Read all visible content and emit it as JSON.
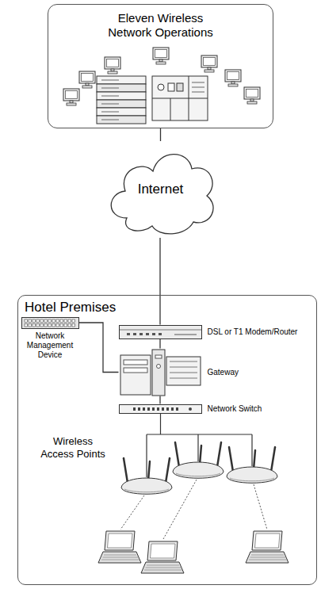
{
  "diagram": {
    "nodes": [
      {
        "text": [
          "Eleven Wireless Network Operations"
        ]
      },
      {
        "text": [
          "Internet"
        ]
      },
      {
        "text": [
          "Hotel Premises"
        ]
      },
      {
        "text": [
          "DSL or T1 Modem/Router"
        ],
        "in": 2
      },
      {
        "text": [
          "Network Management Device"
        ],
        "in": 2
      },
      {
        "text": [
          "Gateway"
        ],
        "in": 2
      },
      {
        "text": [
          "Network Switch"
        ],
        "in": 2
      }
    ],
    "edges": [
      {
        "from": 0,
        "to": 1,
        "arrow": "none"
      },
      {
        "from": 1,
        "to": 3,
        "arrow": "none"
      },
      {
        "from": 3,
        "to": 5,
        "arrow": "none"
      },
      {
        "from": 4,
        "to": 5,
        "arrow": "none"
      },
      {
        "from": 5,
        "to": 6,
        "arrow": "none"
      }
    ],
    "labels": [
      "Wireless Access Points"
    ]
  }
}
